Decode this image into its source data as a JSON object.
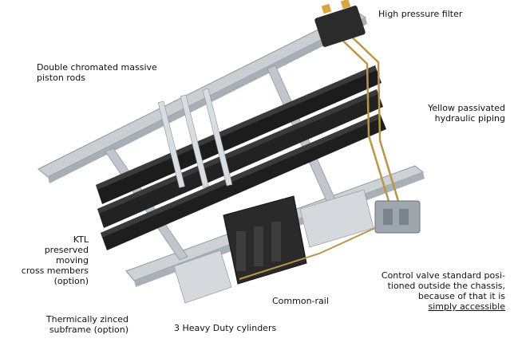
{
  "labels": {
    "high_pressure_filter": "High pressure filter",
    "piston_rods": [
      "Double chromated massive",
      "piston rods"
    ],
    "hydraulic_piping": [
      "Yellow passivated",
      "hydraulic piping"
    ],
    "ktl": [
      "KTL",
      "preserved",
      "moving",
      "cross members",
      "(option)"
    ],
    "control_valve": [
      "Control valve standard posi-",
      "tioned outside the chassis,",
      "because of that it is",
      "simply accessible"
    ],
    "common_rail": "Common-rail",
    "subframe": [
      "Thermically zinced",
      "subframe (option)"
    ],
    "cylinders": "3 Heavy Duty cylinders"
  },
  "colors": {
    "background": "#ffffff",
    "text": "#111111",
    "frame": "#c9ced3",
    "slat": "#1c1c1c",
    "piping": "#b8974a"
  }
}
